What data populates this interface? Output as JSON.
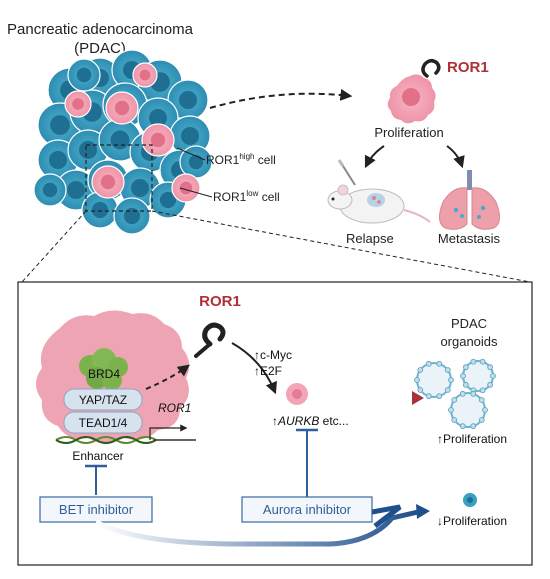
{
  "top": {
    "tumor_title_line1": "Pancreatic adenocarcinoma",
    "tumor_title_line2": "(PDAC)",
    "cell_high_label_main": "ROR1",
    "cell_high_label_sup": "high",
    "cell_high_label_end": " cell",
    "cell_low_label_main": "ROR1",
    "cell_low_label_sup": "low",
    "cell_low_label_end": " cell",
    "ror1_label": "ROR1",
    "proliferation_label": "Proliferation",
    "relapse_label": "Relapse",
    "metastasis_label": "Metastasis"
  },
  "panel": {
    "ror1_label": "ROR1",
    "brd4_label": "BRD4",
    "yap_taz_label": "YAP/TAZ",
    "tead_label": "TEAD1/4",
    "ror1_gene_label": "ROR1",
    "enhancer_label": "Enhancer",
    "cmyc_label": "↑c-Myc",
    "e2f_label": "↑E2F",
    "aurkb_prefix": "↑",
    "aurkb_gene": "AURKB",
    "aurkb_suffix": " etc...",
    "organoids_line1": "PDAC",
    "organoids_line2": "organoids",
    "up_proliferation_label": "↑Proliferation",
    "down_proliferation_label": "↓Proliferation",
    "bet_inhibitor_label": "BET inhibitor",
    "aurora_inhibitor_label": "Aurora inhibitor"
  },
  "colors": {
    "ror1_red": "#b03036",
    "inhibitor_blue": "#2f5f9a",
    "tumor_blue": "#3a9fc0",
    "cell_pink": "#f3a4b6",
    "nucleus_pink": "#e47c92",
    "brd4_green": "#78b04a"
  }
}
